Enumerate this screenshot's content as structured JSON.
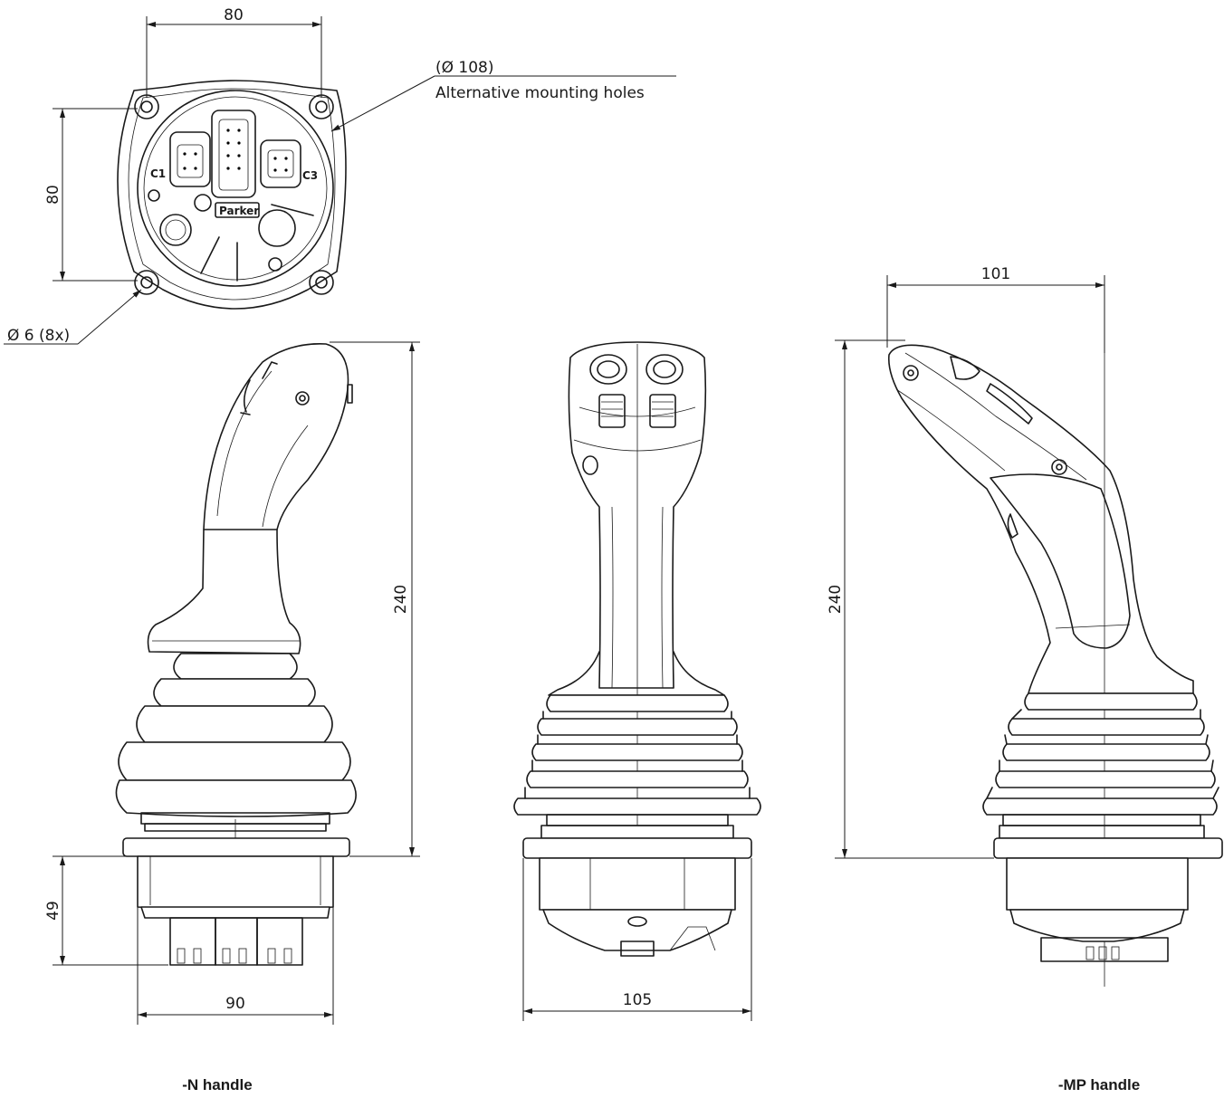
{
  "dimensions": {
    "top_width": "80",
    "top_height": "80",
    "alt_holes_dia": "(Ø 108)",
    "alt_holes_label": "Alternative mounting holes",
    "hole_dia": "Ø 6 (8x)",
    "n_height": "240",
    "n_base_height": "49",
    "n_base_width": "90",
    "front_width": "105",
    "mp_width": "101",
    "mp_height": "240"
  },
  "connectors": {
    "c1": "C1",
    "c3": "C3"
  },
  "brand": "Parker",
  "captions": {
    "n_handle": "-N handle",
    "mp_handle": "-MP handle"
  }
}
